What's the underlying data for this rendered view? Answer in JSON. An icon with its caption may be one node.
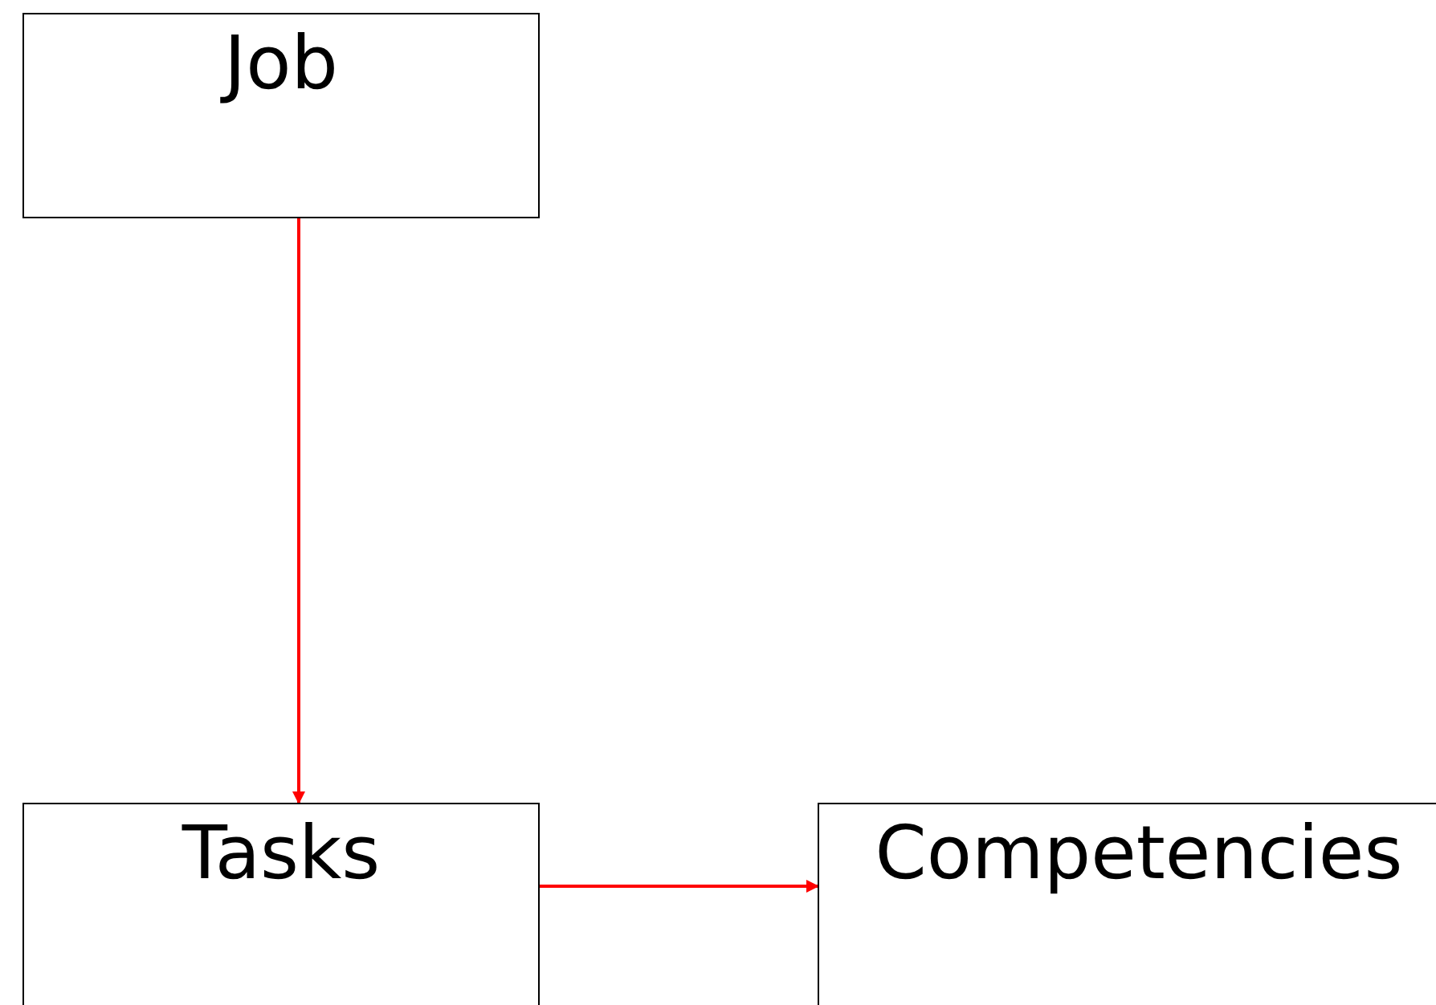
{
  "diagram": {
    "nodes": [
      {
        "text": [
          "Job"
        ]
      },
      {
        "text": [
          "Tasks"
        ]
      },
      {
        "text": [
          "Competencies"
        ]
      }
    ],
    "edges": [
      {
        "from": 0,
        "to": 1,
        "arrow": "to",
        "color": "#ff0000"
      },
      {
        "from": 1,
        "to": 2,
        "arrow": "to",
        "color": "#ff0000"
      }
    ]
  }
}
